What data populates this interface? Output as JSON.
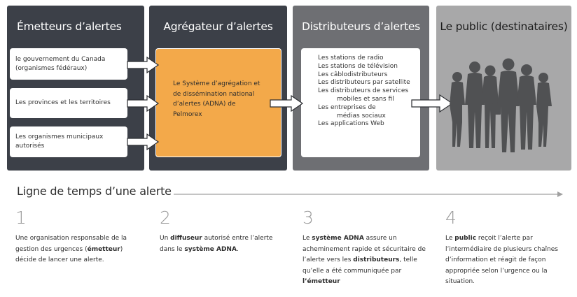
{
  "panels": {
    "emitters": {
      "title": "Émetteurs d’alertes",
      "items": [
        {
          "lines": [
            "le gouvernement du Canada",
            "(organismes fédéraux)"
          ]
        },
        {
          "lines": [
            "Les provinces et les territoires"
          ]
        },
        {
          "lines": [
            "Les organismes municipaux",
            "autorisés"
          ]
        }
      ]
    },
    "aggregator": {
      "title": "Agrégateur d’alertes",
      "lines": [
        "Le Système d’agrégation et",
        "de dissémination national",
        "d’alertes (ADNA) de",
        "Pelmorex"
      ]
    },
    "distributors": {
      "title": "Distributeurs d’alertes",
      "items": [
        {
          "text": "Les stations de radio",
          "indent": false
        },
        {
          "text": "Les stations de télévision",
          "indent": false
        },
        {
          "text": "Les câblodistributeurs",
          "indent": false
        },
        {
          "text": "Les distributeurs par satellite",
          "indent": false
        },
        {
          "text": "Les distributeurs de services",
          "indent": false
        },
        {
          "text": "mobiles et sans fil",
          "indent": true
        },
        {
          "text": "Les entreprises de",
          "indent": false
        },
        {
          "text": "médias sociaux",
          "indent": true
        },
        {
          "text": "Les applications Web",
          "indent": false
        }
      ]
    },
    "public": {
      "title": "Le public (destinataires)"
    }
  },
  "timeline": {
    "title": "Ligne de temps d’une alerte",
    "steps": [
      {
        "number": "1",
        "segments": [
          {
            "t": "Une organisation responsable de la gestion des urgences (",
            "b": false
          },
          {
            "t": "émetteur",
            "b": true
          },
          {
            "t": ") décide de lancer une alerte.",
            "b": false
          }
        ]
      },
      {
        "number": "2",
        "segments": [
          {
            "t": "Un ",
            "b": false
          },
          {
            "t": "diffuseur",
            "b": true
          },
          {
            "t": " autorisé entre l’alerte dans le ",
            "b": false
          },
          {
            "t": "système ADNA",
            "b": true
          },
          {
            "t": ".",
            "b": false
          }
        ]
      },
      {
        "number": "3",
        "segments": [
          {
            "t": "Le ",
            "b": false
          },
          {
            "t": "système ADNA",
            "b": true
          },
          {
            "t": " assure un acheminement rapide et sécuritaire de l’alerte vers les ",
            "b": false
          },
          {
            "t": "distributeurs",
            "b": true
          },
          {
            "t": ", telle qu’elle a été communiquée par ",
            "b": false
          },
          {
            "t": "l’émetteur",
            "b": true
          }
        ]
      },
      {
        "number": "4",
        "segments": [
          {
            "t": "Le ",
            "b": false
          },
          {
            "t": "public",
            "b": true
          },
          {
            "t": " reçoit l’alerte par l’intermédiaire de plusieurs chaînes d’information et réagit de façon appropriée selon l’urgence ou la situation.",
            "b": false
          }
        ]
      }
    ]
  },
  "colors": {
    "dark_panel": "#3c4048",
    "mid_panel": "#6e6f73",
    "light_panel": "#a8a8a9",
    "aggregator_fill": "#f3a94a",
    "silhouette": "#505153",
    "timeline_arrow": "#a0a0a0"
  },
  "icons": {
    "people": "people-silhouettes-icon",
    "arrow": "right-arrow-icon"
  }
}
